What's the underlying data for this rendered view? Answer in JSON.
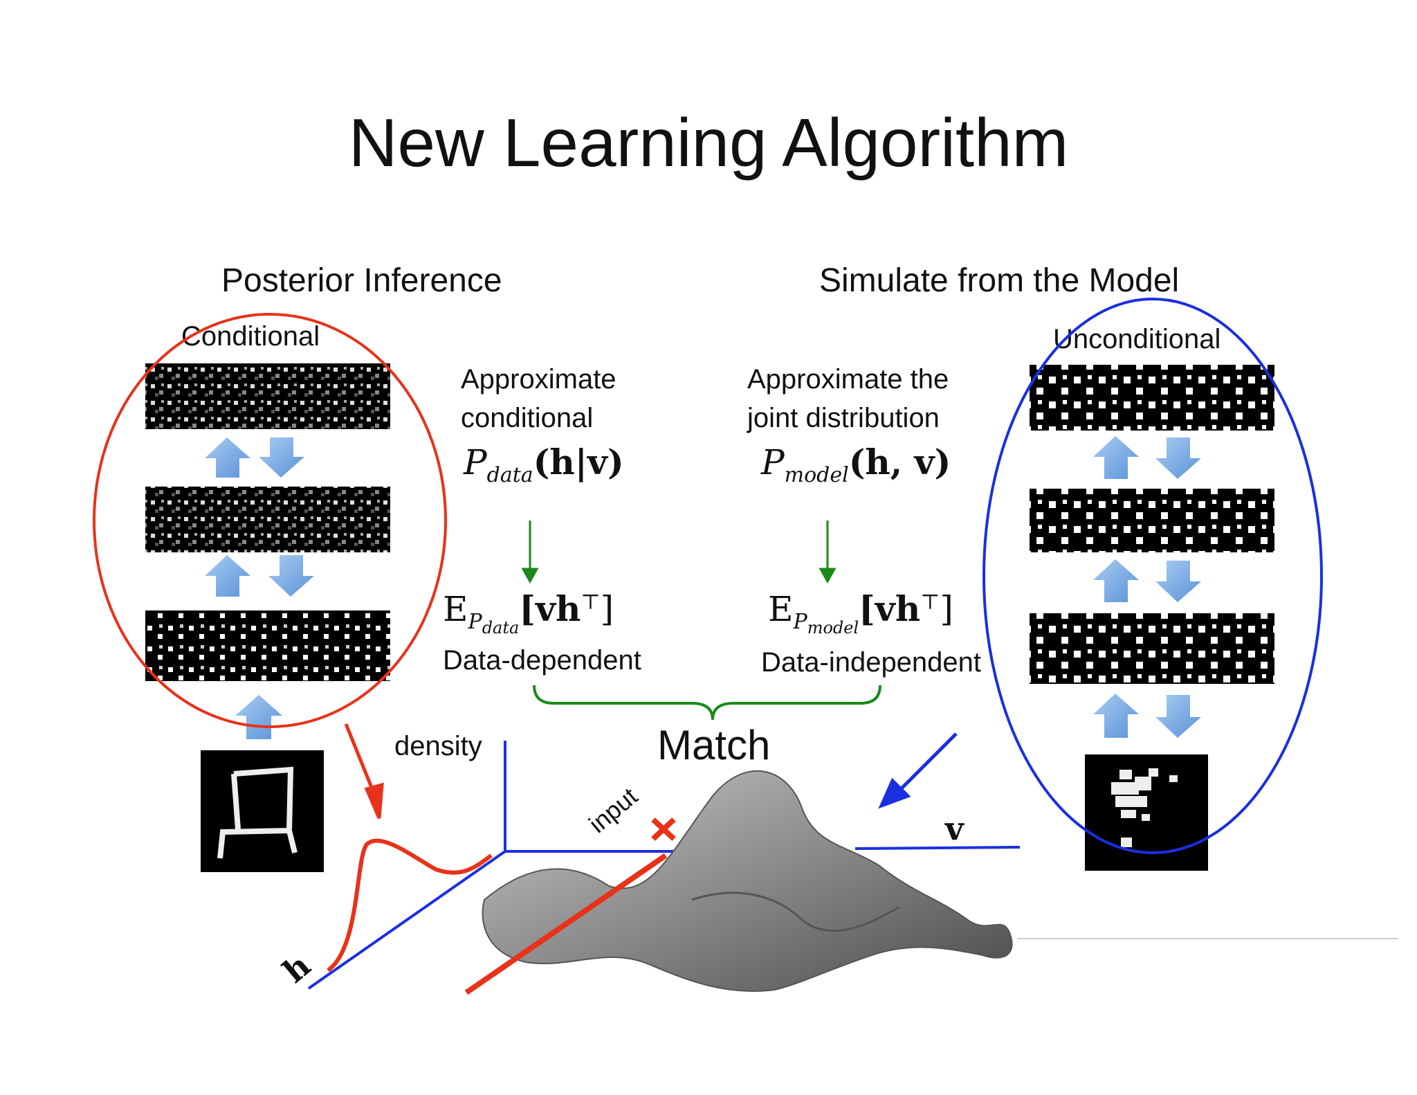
{
  "title": "New Learning Algorithm",
  "left": {
    "heading": "Posterior Inference",
    "circle_label": "Conditional",
    "description": [
      "Approximate",
      "conditional"
    ],
    "prob_P": "P",
    "prob_sub": "data",
    "prob_args": "(h|v)",
    "expect_E": "E",
    "expect_sub": "P",
    "expect_subsub": "data",
    "expect_args": "[vh",
    "expect_T": "⊤",
    "expect_close": "]",
    "dependency": "Data-dependent"
  },
  "right": {
    "heading": "Simulate from the Model",
    "circle_label": "Unconditional",
    "description": [
      "Approximate the",
      "joint distribution"
    ],
    "prob_P": "P",
    "prob_sub": "model",
    "prob_args": "(h, v)",
    "expect_E": "E",
    "expect_sub": "P",
    "expect_subsub": "model",
    "expect_args": "[vh",
    "expect_T": "⊤",
    "expect_close": "]",
    "dependency": "Data-independent"
  },
  "match_label": "Match",
  "surface": {
    "density_label": "density",
    "input_label": "input",
    "h_label": "h",
    "v_label": "v"
  },
  "colors": {
    "red": "#e8321a",
    "blue": "#1a2fe0",
    "green": "#1a8a1a",
    "arrow_blue": "#7fb0e6",
    "surface": "#8a8a8a"
  }
}
